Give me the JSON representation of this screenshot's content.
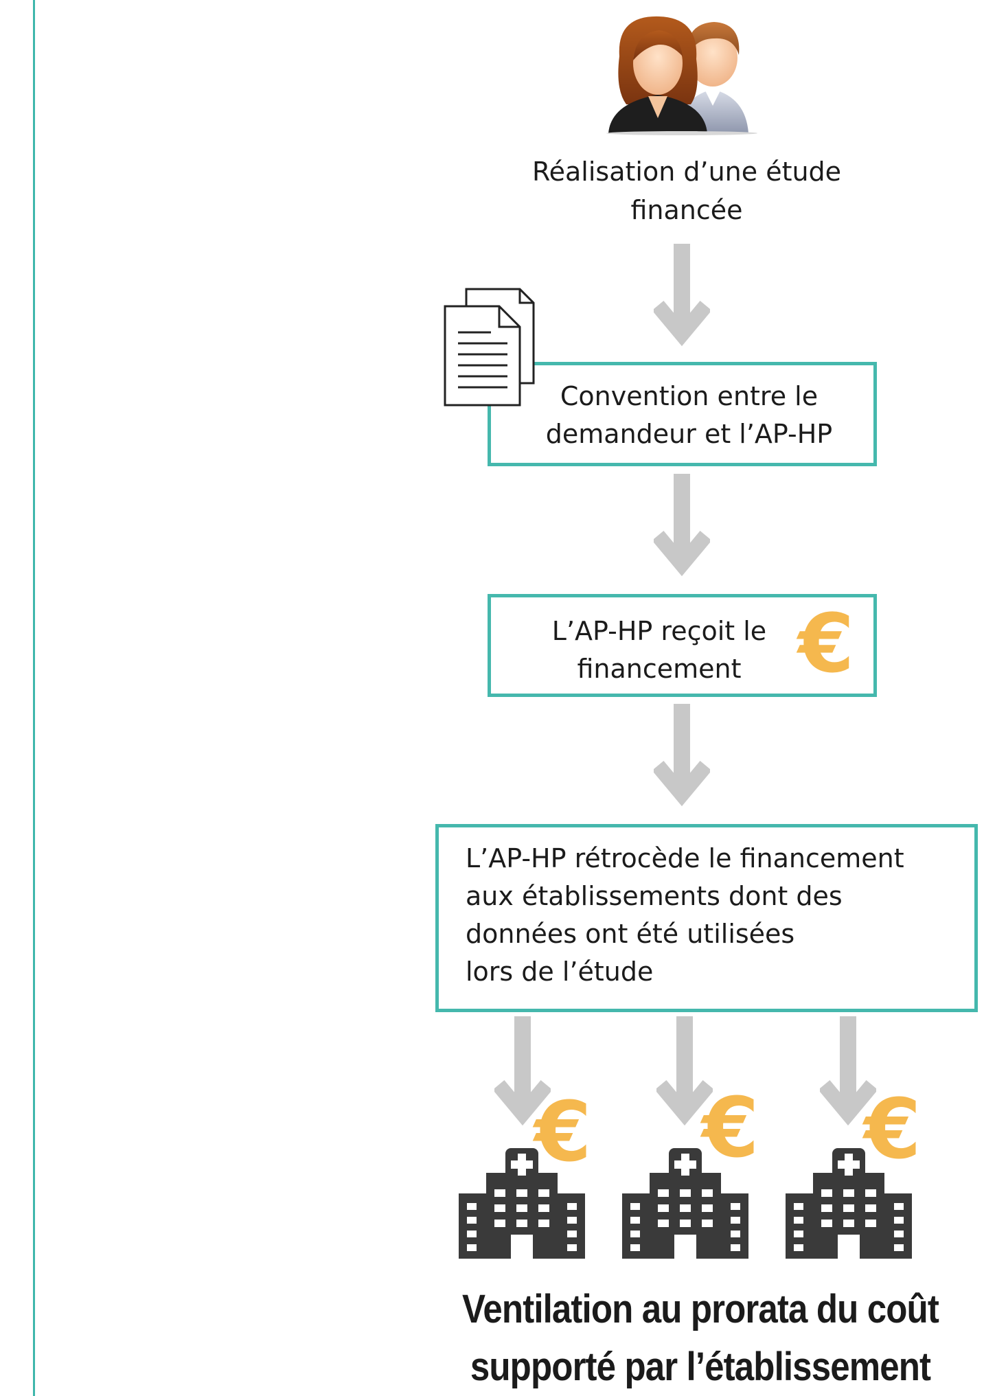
{
  "steps": {
    "etude": {
      "line1": "Réalisation d’une étude",
      "line2": "financée",
      "icon": "people-icon"
    },
    "convention": {
      "line1": "Convention entre le",
      "line2": "demandeur et l’AP-HP",
      "icon": "document-icon"
    },
    "financement": {
      "line1": "L’AP-HP reçoit le",
      "line2": "financement",
      "icon": "euro-icon"
    },
    "retrocession": {
      "line1": "L’AP-HP rétrocède le financement",
      "line2": "aux établissements dont des",
      "line3": "données ont été utilisées",
      "line4": "lors de l’étude"
    }
  },
  "establishments": [
    {
      "icon": "hospital-icon",
      "currency": "€"
    },
    {
      "icon": "hospital-icon",
      "currency": "€"
    },
    {
      "icon": "hospital-icon",
      "currency": "€"
    }
  ],
  "footer": {
    "line1": "Ventilation au prorata du coût",
    "line2": "supporté par l’établissement"
  },
  "colors": {
    "border": "#45b8ad",
    "arrow": "#c8c8c8",
    "euro": "#f5b84e",
    "hospital": "#3a3a3a"
  }
}
